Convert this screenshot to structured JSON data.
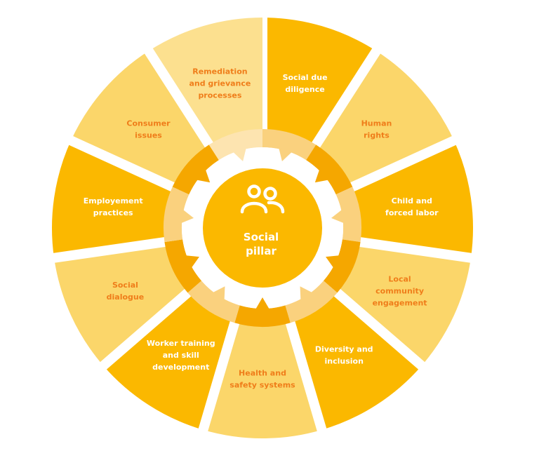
{
  "diagram": {
    "title": "Social pillar",
    "center": {
      "label_line1": "Social",
      "label_line2": "pillar",
      "icon": "people-icon",
      "color": "#FBB800"
    },
    "colors": {
      "dark_segment": "#FBB800",
      "light_segment": "#FBD66A",
      "lightest_segment": "#FCE08F",
      "ring_dark": "#F5A700",
      "ring_light": "#FAD17E",
      "ring_lightest": "#FDE4B0",
      "text_light": "#FFFFFF",
      "text_orange": "#EF7D1A",
      "background": "#FFFFFF"
    },
    "segments": [
      {
        "label": [
          "Social due",
          "diligence"
        ],
        "tone": "dark"
      },
      {
        "label": [
          "Human",
          "rights"
        ],
        "tone": "light"
      },
      {
        "label": [
          "Child and",
          "forced labor"
        ],
        "tone": "dark"
      },
      {
        "label": [
          "Local",
          "community",
          "engagement"
        ],
        "tone": "light"
      },
      {
        "label": [
          "Diversity and",
          "inclusion"
        ],
        "tone": "dark"
      },
      {
        "label": [
          "Health and",
          "safety systems"
        ],
        "tone": "light"
      },
      {
        "label": [
          "Worker training",
          "and skill",
          "development"
        ],
        "tone": "dark"
      },
      {
        "label": [
          "Social",
          "dialogue"
        ],
        "tone": "light"
      },
      {
        "label": [
          "Employement",
          "practices"
        ],
        "tone": "dark"
      },
      {
        "label": [
          "Consumer",
          "issues"
        ],
        "tone": "light"
      },
      {
        "label": [
          "Remediation",
          "and grievance",
          "processes"
        ],
        "tone": "lightest"
      }
    ]
  }
}
